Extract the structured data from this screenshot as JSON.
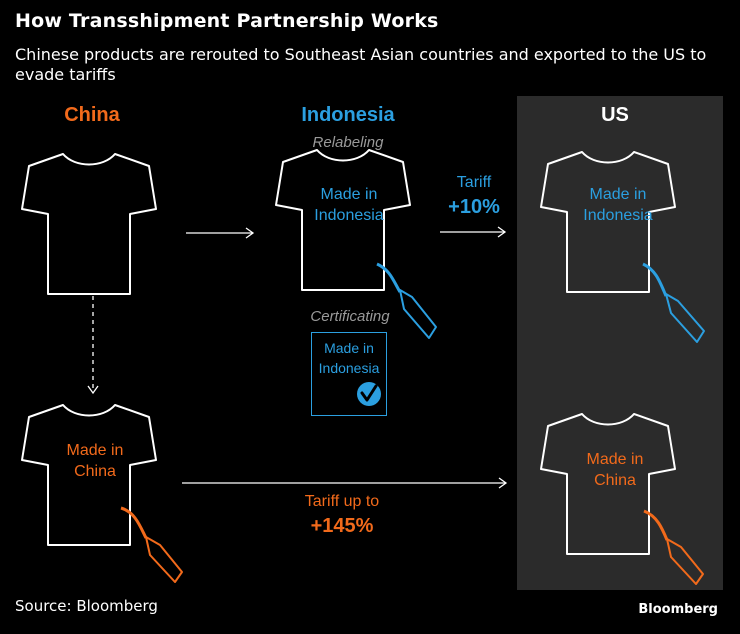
{
  "header": {
    "title": "How Transshipment Partnership Works",
    "subtitle": "Chinese products are rerouted to Southeast Asian countries and exported to the US to evade tariffs"
  },
  "columns": {
    "china": "China",
    "indonesia": "Indonesia",
    "us": "US"
  },
  "steps": {
    "relabeling": "Relabeling",
    "certificating": "Certificating"
  },
  "labels": {
    "made_in_indonesia_line1": "Made in",
    "made_in_indonesia_line2": "Indonesia",
    "made_in_china_line1": "Made in",
    "made_in_china_line2": "China"
  },
  "tariffs": {
    "indonesia_label": "Tariff",
    "indonesia_value": "+10%",
    "china_label": "Tariff up to",
    "china_value": "+145%"
  },
  "certificate": {
    "line1": "Made in",
    "line2": "Indonesia"
  },
  "footer": {
    "source": "Source: Bloomberg",
    "brand": "Bloomberg"
  },
  "colors": {
    "china_orange": "#f26a1b",
    "indonesia_blue": "#2b9fe0",
    "us_panel": "#2b2b2b",
    "note_gray": "#9a9a9a"
  }
}
